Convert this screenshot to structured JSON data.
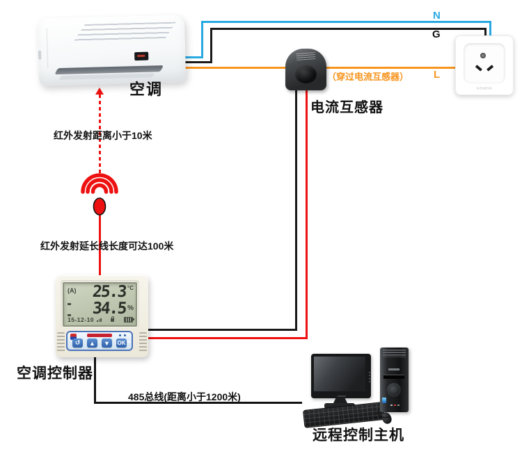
{
  "ac": {
    "label": "空调"
  },
  "wires": {
    "n": "N",
    "g": "G",
    "l": "L",
    "l_note": "（穿过电流互感器）"
  },
  "ct": {
    "label": "电流互感器"
  },
  "ir": {
    "distance_note": "红外发射距离小于10米",
    "extension_note": "红外发射延长线长度可达100米"
  },
  "controller": {
    "label": "空调控制器",
    "display": {
      "mode": "(A)",
      "temperature": "25.3",
      "temp_unit": "°C",
      "humidity": "34.5",
      "humidity_unit": "%",
      "date": "15-12-10"
    },
    "buttons": {
      "back": "↺",
      "up": "▲",
      "down": "▼",
      "ok": "OK"
    }
  },
  "bus": {
    "label": "485总线(距离小于1200米)"
  },
  "host": {
    "label": "远程控制主机"
  },
  "socket": {
    "brand": "SIEMENS"
  },
  "colors": {
    "wire_n": "#29a9e1",
    "wire_g": "#1a1a1a",
    "wire_l": "#f7941d",
    "ir_red": "#ee1111",
    "sensor_red": "#ee1111",
    "sensor_black": "#1a1a1a"
  }
}
